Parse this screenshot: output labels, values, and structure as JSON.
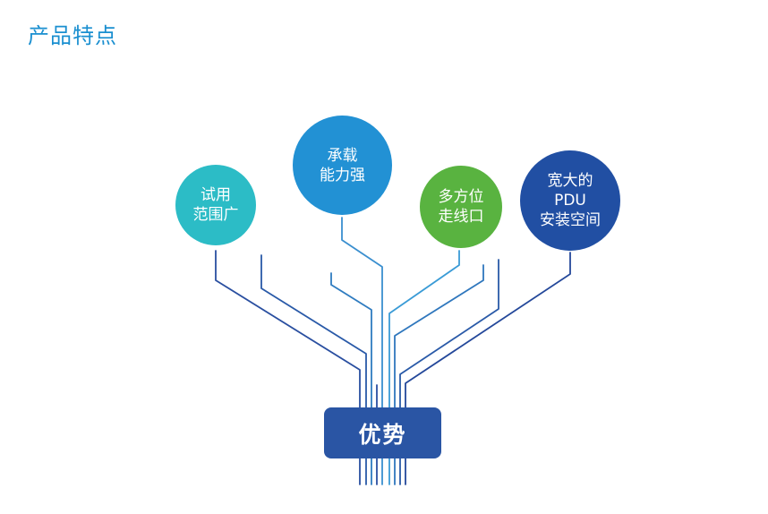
{
  "page_title": "产品特点",
  "nodes": [
    {
      "lines": [
        "试用",
        "范围广"
      ],
      "color": "#2cbcc6"
    },
    {
      "lines": [
        "承载",
        "能力强"
      ],
      "color": "#2291d4"
    },
    {
      "lines": [
        "多方位",
        "走线口"
      ],
      "color": "#59b340"
    },
    {
      "lines": [
        "宽大的",
        "PDU",
        "安装空间"
      ],
      "color": "#214fa3"
    }
  ],
  "core_label": "优势",
  "line_color": "#2a55a4"
}
